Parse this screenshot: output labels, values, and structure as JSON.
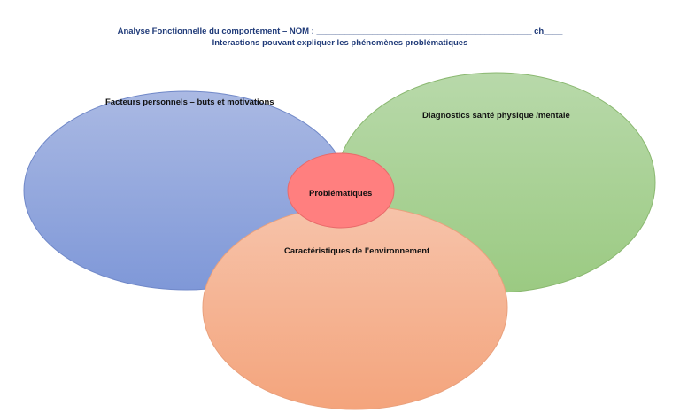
{
  "header": {
    "title": "Analyse Fonctionnelle du comportement – NOM : ______________________________________________ ch____",
    "subtitle": "Interactions pouvant expliquer les phénomènes problématiques"
  },
  "circles": {
    "personal": "Facteurs personnels – buts et motivations",
    "health": "Diagnostics santé physique /mentale",
    "environment": "Caractéristiques de l’environnement",
    "problems": "Problématiques"
  },
  "colors": {
    "blue": "#8ea2dc",
    "green": "#a9d195",
    "orange": "#f5b393",
    "red": "#ff7f7f"
  }
}
